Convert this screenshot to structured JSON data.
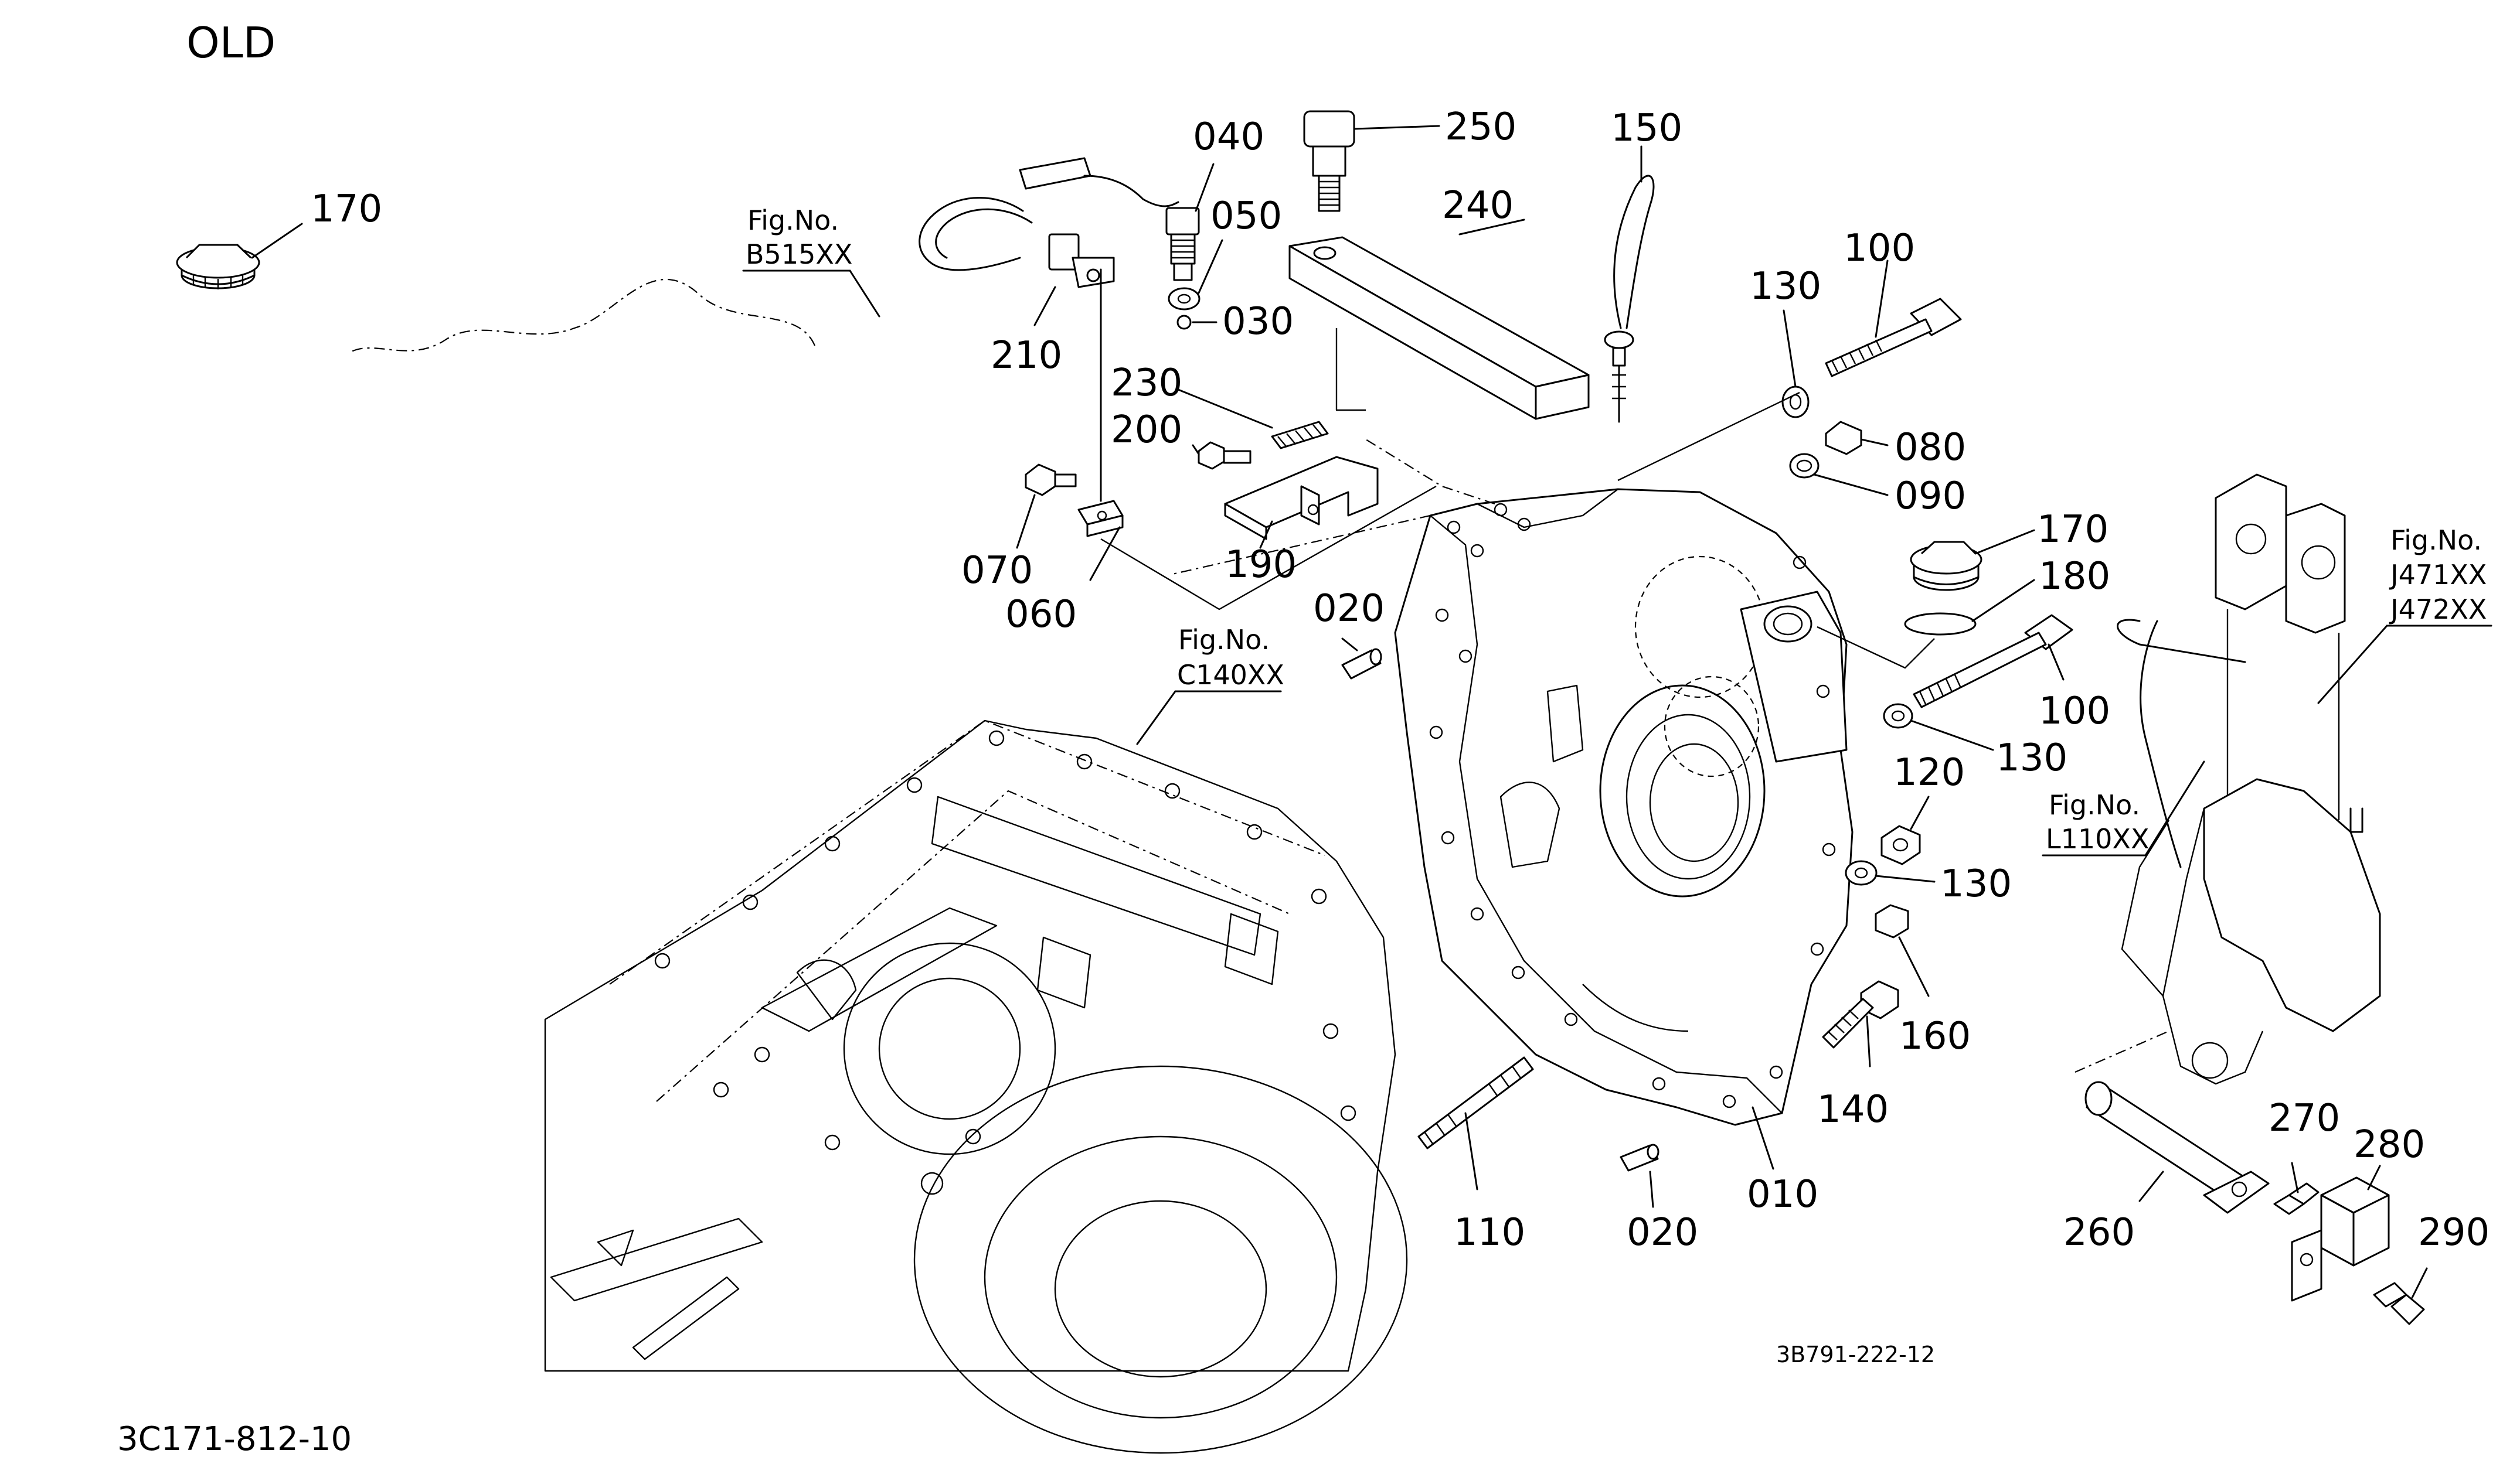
{
  "header": {
    "title": "OLD"
  },
  "footer": {
    "diagram_code": "3C171-812-10",
    "figure_code": "3B791-222-12"
  },
  "callouts": {
    "p170_top": "170",
    "p040": "040",
    "p050": "050",
    "p030": "030",
    "p250": "250",
    "p240": "240",
    "p150": "150",
    "p100_top": "100",
    "p130_top": "130",
    "p210": "210",
    "p230": "230",
    "p200": "200",
    "p080": "080",
    "p090": "090",
    "p070": "070",
    "p190": "190",
    "p060": "060",
    "p170_right": "170",
    "p180": "180",
    "p020_top": "020",
    "p100_right": "100",
    "p130_mid": "130",
    "p120": "120",
    "p130_low": "130",
    "p160": "160",
    "p140": "140",
    "p110": "110",
    "p020_bottom": "020",
    "p010": "010",
    "p270": "270",
    "p280": "280",
    "p260": "260",
    "p290": "290"
  },
  "figure_refs": {
    "b515": {
      "label": "Fig.No.",
      "code": "B515XX"
    },
    "c140": {
      "label": "Fig.No.",
      "code": "C140XX"
    },
    "j47": {
      "label": "Fig.No.",
      "code1": "J471XX",
      "code2": "J472XX"
    },
    "l110": {
      "label": "Fig.No.",
      "code": "L110XX"
    }
  }
}
